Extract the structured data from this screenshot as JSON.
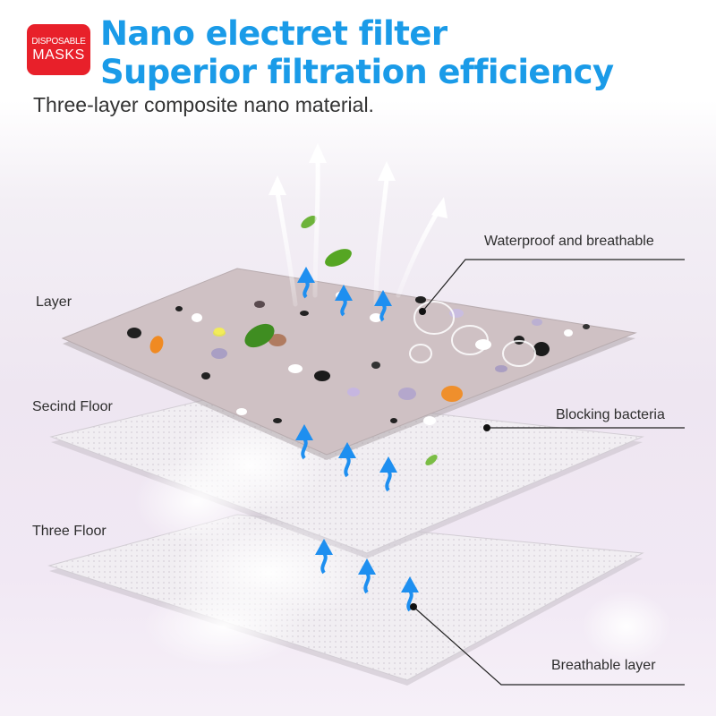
{
  "badge": {
    "line1": "DISPOSABLE",
    "line2": "MASKS"
  },
  "headline": {
    "line1": "Nano electret filter",
    "line2": "Superior filtration efficiency"
  },
  "subtitle": "Three-layer composite nano material.",
  "layers": {
    "top": {
      "name": "Layer",
      "feature": "Waterproof and breathable"
    },
    "middle": {
      "name": "Secind Floor",
      "feature": "Blocking bacteria"
    },
    "bottom": {
      "name": "Three Floor",
      "feature": "Breathable layer"
    }
  },
  "colors": {
    "accent_blue": "#1a9be8",
    "badge_red": "#e8202a",
    "arrow_blue": "#1e8ff0",
    "terrazzo_base": "#cfc1c4"
  }
}
